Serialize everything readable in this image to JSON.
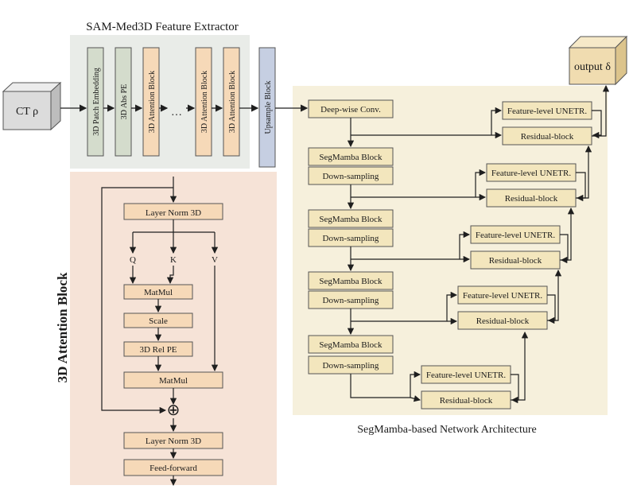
{
  "titles": {
    "extractor": "SAM-Med3D Feature Extractor",
    "attention_block": "3D Attention Block",
    "segmamba": "SegMamba-based Network Architecture"
  },
  "input_label": "CT ρ",
  "output_label": "output δ",
  "extractor_blocks": {
    "patch_embedding": "3D Patch Embedding",
    "abs_pe": "3D Abs PE",
    "attention_1": "3D Attention Block",
    "ellipsis": "…",
    "attention_2": "3D Attention Block",
    "attention_3": "3D Attention Block",
    "upsample": "Upsample Block"
  },
  "attention": {
    "layer_norm_1": "Layer Norm 3D",
    "q": "Q",
    "k": "K",
    "v": "V",
    "matmul_1": "MatMul",
    "scale": "Scale",
    "rel_pe": "3D Rel PE",
    "matmul_2": "MatMul",
    "add_symbol": "⊕",
    "layer_norm_2": "Layer Norm 3D",
    "feed_forward": "Feed-forward"
  },
  "segmamba": {
    "deepwise": "Deep-wise Conv.",
    "stages": [
      {
        "mamba": "SegMamba Block",
        "down": "Down-sampling",
        "unetr": "Feature-level UNETR.",
        "residual": "Residual-block"
      },
      {
        "mamba": "SegMamba Block",
        "down": "Down-sampling",
        "unetr": "Feature-level UNETR.",
        "residual": "Residual-block"
      },
      {
        "mamba": "SegMamba Block",
        "down": "Down-sampling",
        "unetr": "Feature-level UNETR.",
        "residual": "Residual-block"
      },
      {
        "mamba": "SegMamba Block",
        "down": "Down-sampling",
        "unetr": "Feature-level UNETR.",
        "residual": "Residual-block"
      }
    ],
    "top_unetr": "Feature-level UNETR.",
    "top_residual": "Residual-block"
  },
  "colors": {
    "extractor_bg": "#e9ece8",
    "attention_bg": "#f6e3d7",
    "segmamba_bg": "#f6f0dc",
    "orange_block": "#f6d9b8",
    "green_block": "#d4dccc",
    "blue_block": "#c6cfe2",
    "yellow_block": "#f3e6bd",
    "cube_face": "#f0dcb0",
    "cube_top": "#f6e9c8",
    "cube_side": "#dcc48c",
    "gray_cube_face": "#dcdcdc",
    "gray_cube_top": "#ececec",
    "gray_cube_side": "#bdbdbd",
    "line": "#1f1f1f"
  }
}
